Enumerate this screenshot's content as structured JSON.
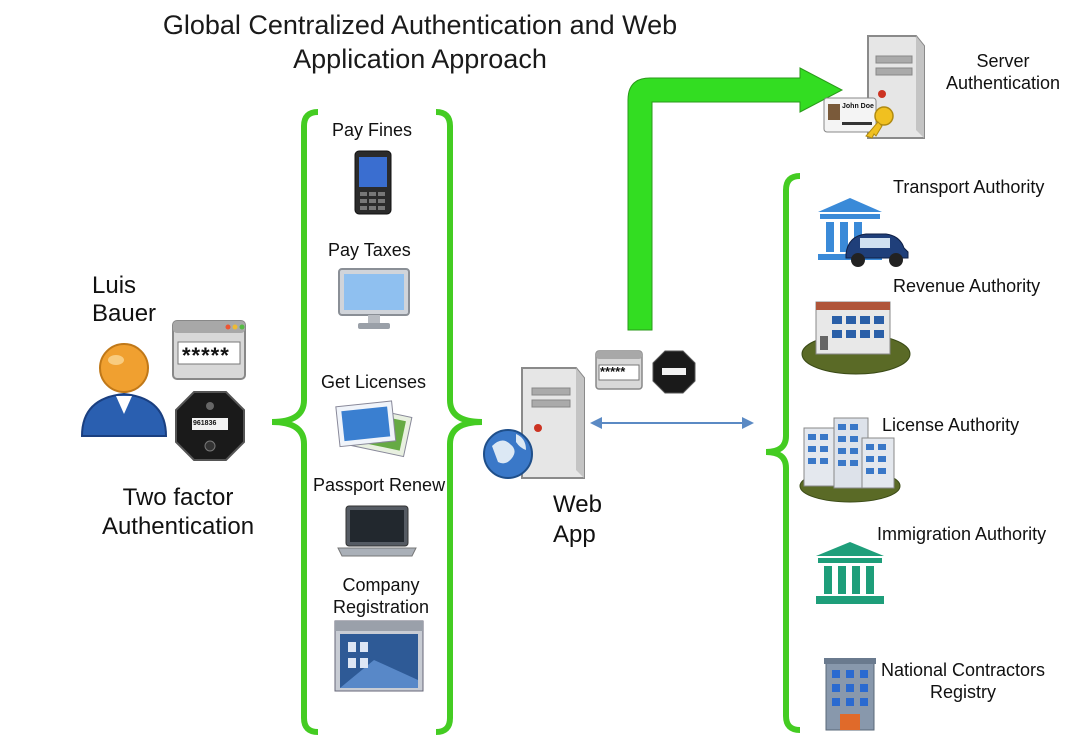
{
  "title": [
    "Global Centralized Authentication and Web",
    "Application Approach"
  ],
  "user": {
    "first": "Luis",
    "last": "Bauer",
    "password_mask": "*****",
    "token_code": "961836"
  },
  "two_factor": [
    "Two factor",
    "Authentication"
  ],
  "services": [
    "Pay Fines",
    "Pay Taxes",
    "Get Licenses",
    "Passport Renew",
    "Company",
    "Registration"
  ],
  "web_app": [
    "Web",
    "App"
  ],
  "server_auth": [
    "Server",
    "Authentication"
  ],
  "id_card_name": "John Doe",
  "authorities": [
    "Transport Authority",
    "Revenue Authority",
    "License Authority",
    "Immigration Authority",
    "National Contractors",
    "Registry"
  ],
  "colors": {
    "bracket": "#44cc22",
    "arrow": "#33dd22",
    "connector": "#5b8ac4"
  }
}
